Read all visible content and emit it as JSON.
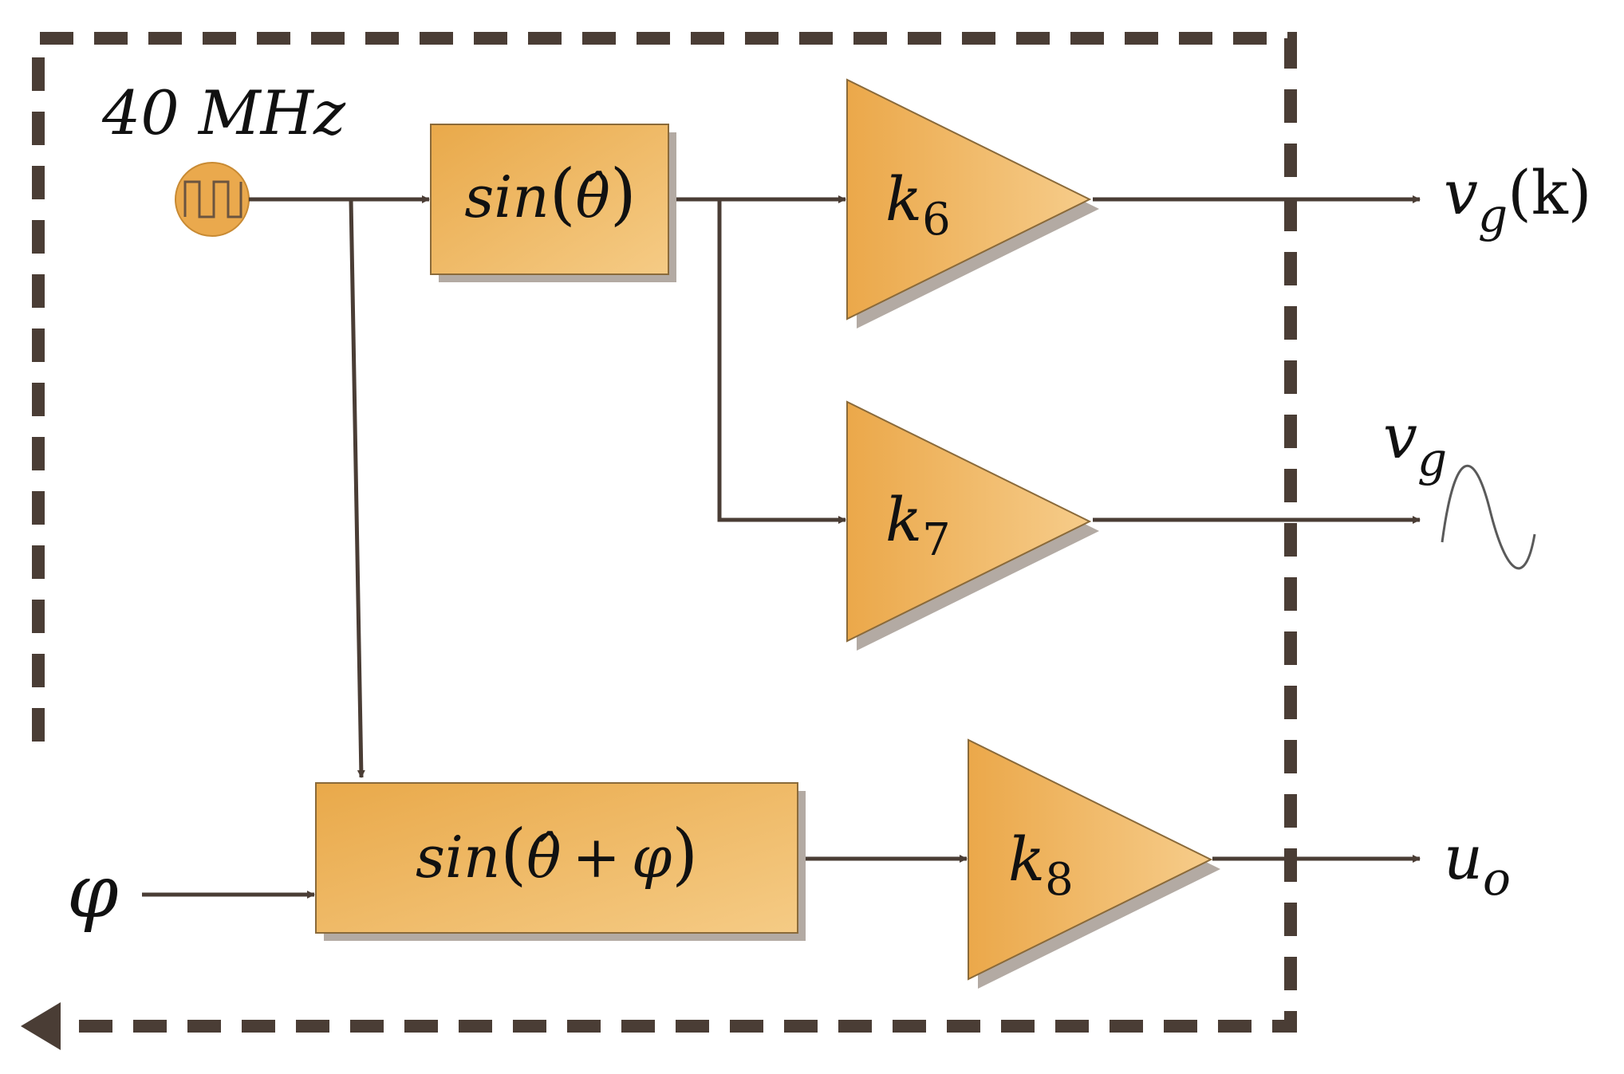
{
  "clock": {
    "label": "40 MHz"
  },
  "blocks": {
    "sin_theta": {
      "fn": "sin",
      "arg": "θ̂"
    },
    "sin_theta_phi": {
      "fn": "sin",
      "arg": "θ̂",
      "op": "+",
      "arg2": "φ"
    }
  },
  "gains": {
    "k6": {
      "base": "k",
      "sub": "6"
    },
    "k7": {
      "base": "k",
      "sub": "7"
    },
    "k8": {
      "base": "k",
      "sub": "8"
    }
  },
  "inputs": {
    "phi": "φ"
  },
  "outputs": {
    "vg_k": {
      "base": "v",
      "sub": "g",
      "paren": "(k)"
    },
    "vg": {
      "base": "v",
      "sub": "g"
    },
    "uo": {
      "base": "u",
      "sub": "o"
    }
  },
  "colors": {
    "block_fill_start": "#e9a94a",
    "block_fill_end": "#f5cb85",
    "wire": "#4a3d35",
    "shadow": "#b3aaa3"
  }
}
